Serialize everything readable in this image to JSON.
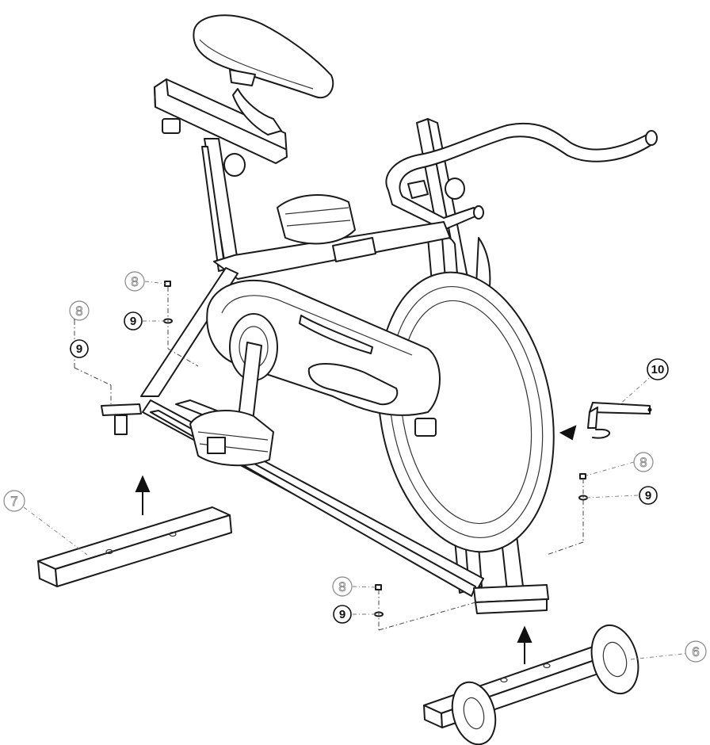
{
  "callouts": {
    "label_6": "6",
    "label_7": "7",
    "label_8": "8",
    "label_9": "9",
    "label_10": "10"
  }
}
